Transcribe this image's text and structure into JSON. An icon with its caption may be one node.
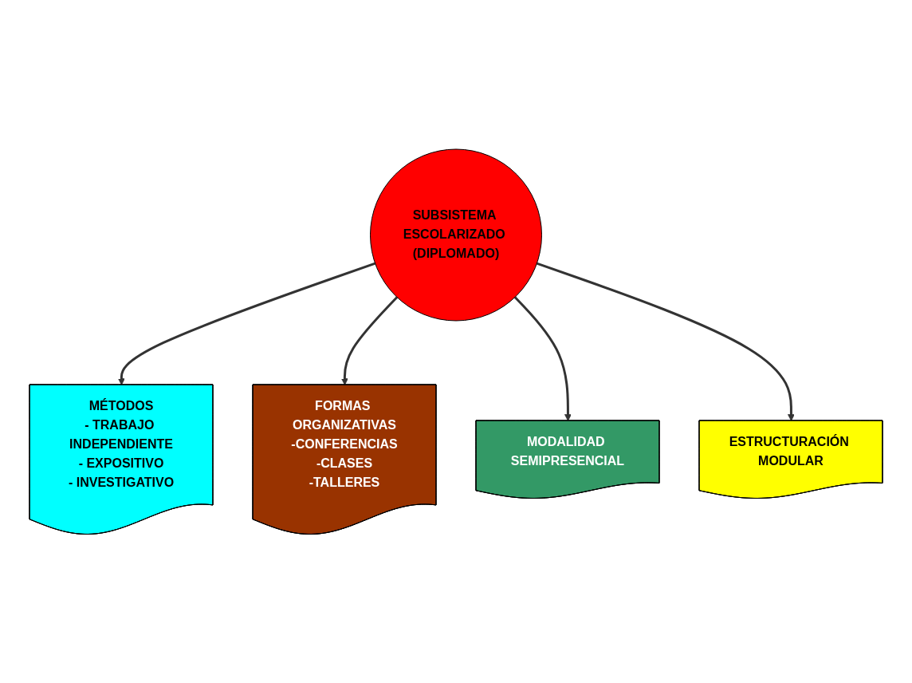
{
  "diagram": {
    "nodes": [
      {
        "text": [
          "MÉTODOS",
          "- TRABAJO INDEPENDIENTE",
          "- EXPOSITIVO",
          "- INVESTIGATIVO"
        ]
      },
      {
        "text": [
          "FORMAS ORGANIZATIVAS",
          "-CONFERENCIAS",
          "-CLASES",
          "-TALLERES"
        ]
      },
      {
        "text": [
          "SUBSISTEMA ESCOLARIZADO (DIPLOMADO)"
        ]
      },
      {
        "text": [
          "MODALIDAD SEMIPRESENCIAL"
        ]
      },
      {
        "text": [
          "ESTRUCTURACIÓN MODULAR"
        ]
      }
    ],
    "edges": [
      {
        "from": 2,
        "to": 0,
        "arrow": "to"
      },
      {
        "from": 2,
        "to": 1,
        "arrow": "to"
      },
      {
        "from": 2,
        "to": 3,
        "arrow": "to"
      },
      {
        "from": 2,
        "to": 4,
        "arrow": "to"
      }
    ]
  }
}
